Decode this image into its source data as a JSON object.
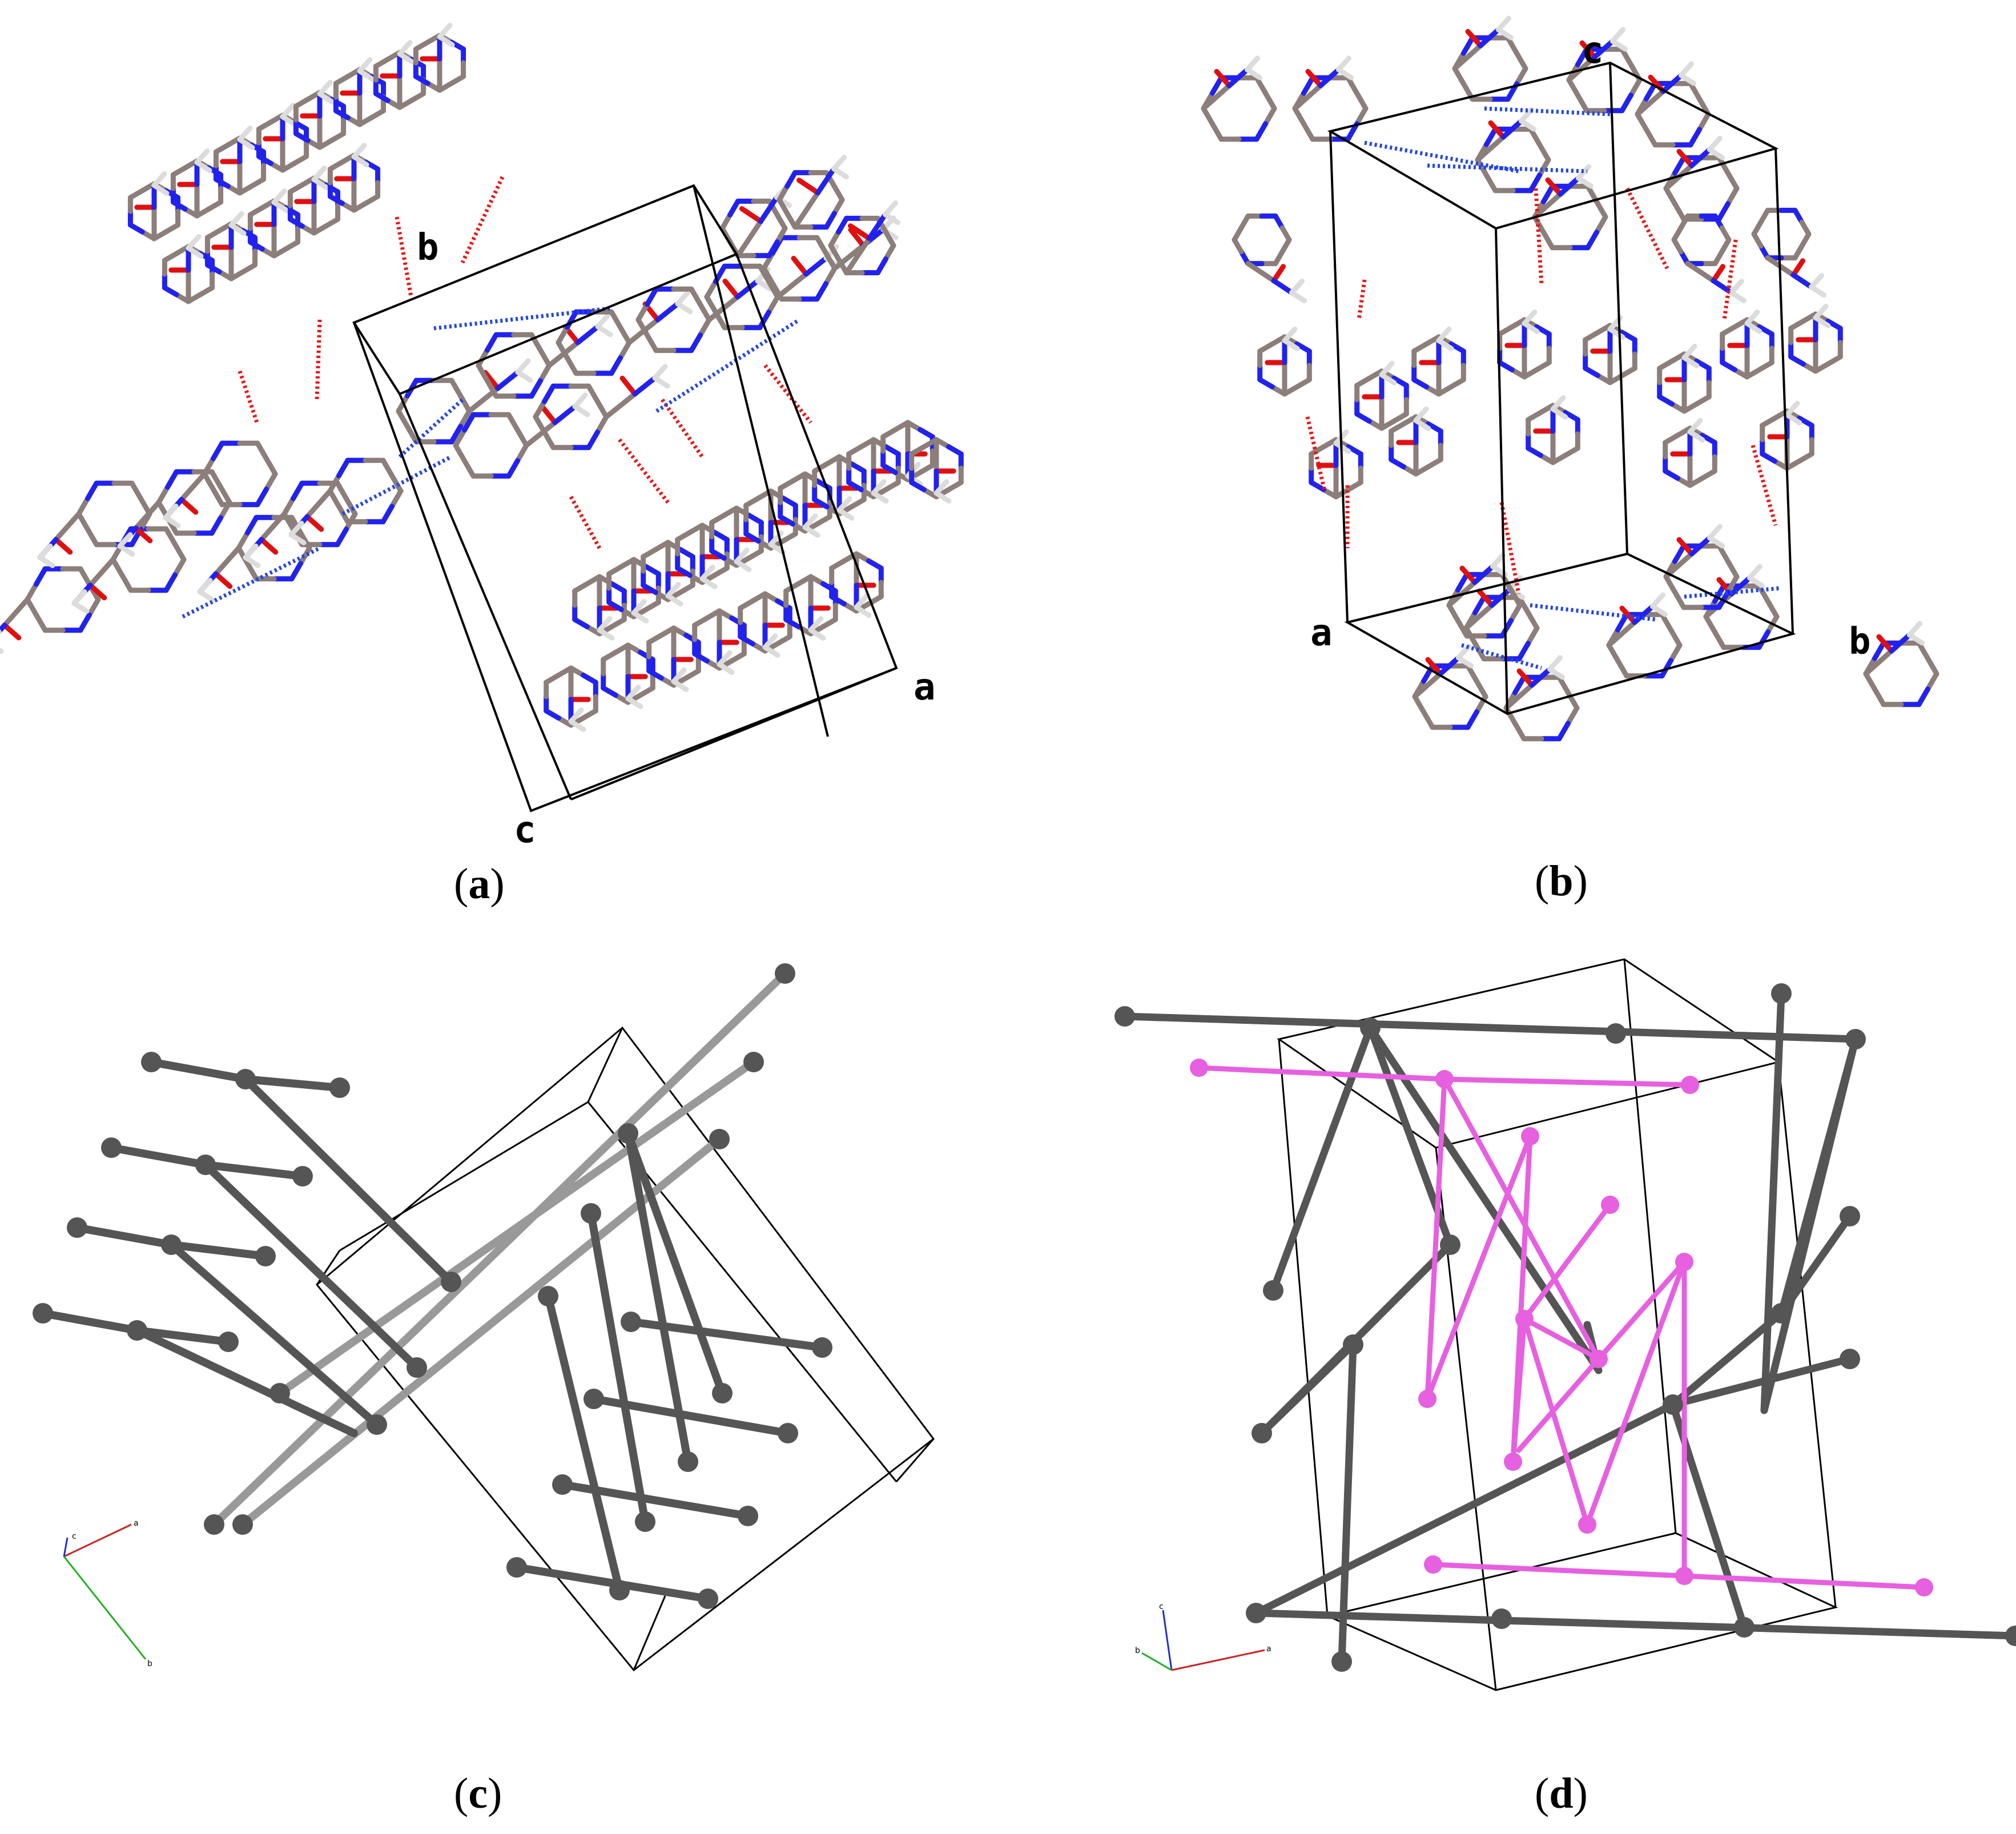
{
  "panels": [
    {
      "id": "a",
      "caption_open": "(",
      "caption_letter": "a",
      "caption_close": ")",
      "axis_labels": [
        "b",
        "a",
        "c"
      ]
    },
    {
      "id": "b",
      "caption_open": "(",
      "caption_letter": "b",
      "caption_close": ")",
      "axis_labels": [
        "c",
        "a",
        "b"
      ]
    },
    {
      "id": "c",
      "caption_open": "(",
      "caption_letter": "c",
      "caption_close": ")",
      "triad_labels": [
        "c",
        "a",
        "b"
      ]
    },
    {
      "id": "d",
      "caption_open": "(",
      "caption_letter": "d",
      "caption_close": ")",
      "triad_labels": [
        "c",
        "b",
        "a"
      ]
    }
  ],
  "colors": {
    "carbon": "#8c7e7a",
    "nitrogen": "#2222ee",
    "oxygen": "#e01010",
    "hydrogen": "#dcdcdc",
    "hbond_o": "#ee1111",
    "hbond_n": "#2244ee",
    "cell": "#000000",
    "net_dark": "#555555",
    "net_light": "#999999",
    "net_pink": "#e660e0"
  }
}
